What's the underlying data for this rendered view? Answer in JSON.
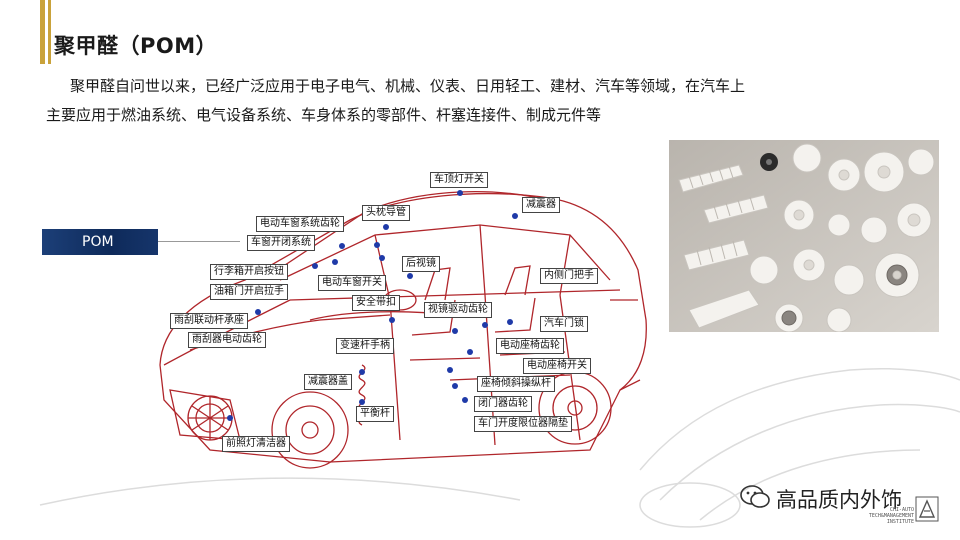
{
  "slide": {
    "title": "聚甲醛（POM）",
    "paragraph_1": "聚甲醛自问世以来，已经广泛应用于电子电气、机械、仪表、日用轻工、建材、汽车等领域，在汽车上",
    "paragraph_2": "主要应用于燃油系统、电气设备系统、车身体系的零部件、杆塞连接件、制成元件等",
    "material_label": "POM"
  },
  "diagram": {
    "callouts": [
      "车顶灯开关",
      "减震器",
      "电动车窗系统齿轮",
      "头枕导管",
      "车窗开闭系统",
      "后视镜",
      "行李箱开启按钮",
      "内侧门把手",
      "电动车窗开关",
      "油箱门开启拉手",
      "安全带扣",
      "视镜驱动齿轮",
      "雨刮联动杆承座",
      "汽车门锁",
      "雨刮器电动齿轮",
      "电动座椅齿轮",
      "变速杆手柄",
      "电动座椅开关",
      "座椅倾斜操纵杆",
      "减震器盖",
      "闭门器齿轮",
      "平衡杆",
      "车门开度限位器隔垫",
      "前照灯清洁器"
    ]
  },
  "watermark": {
    "text": "高品质内外饰",
    "org_line_1": "CHI-AUTO",
    "org_line_2": "TECH&MANAGEMENT",
    "org_line_3": "INSTITUTE"
  },
  "colors": {
    "accent_gold": "#c9a23a",
    "label_navy": "#0e2a5a",
    "car_line": "#b0262b",
    "dot_blue": "#1f3aa8"
  }
}
